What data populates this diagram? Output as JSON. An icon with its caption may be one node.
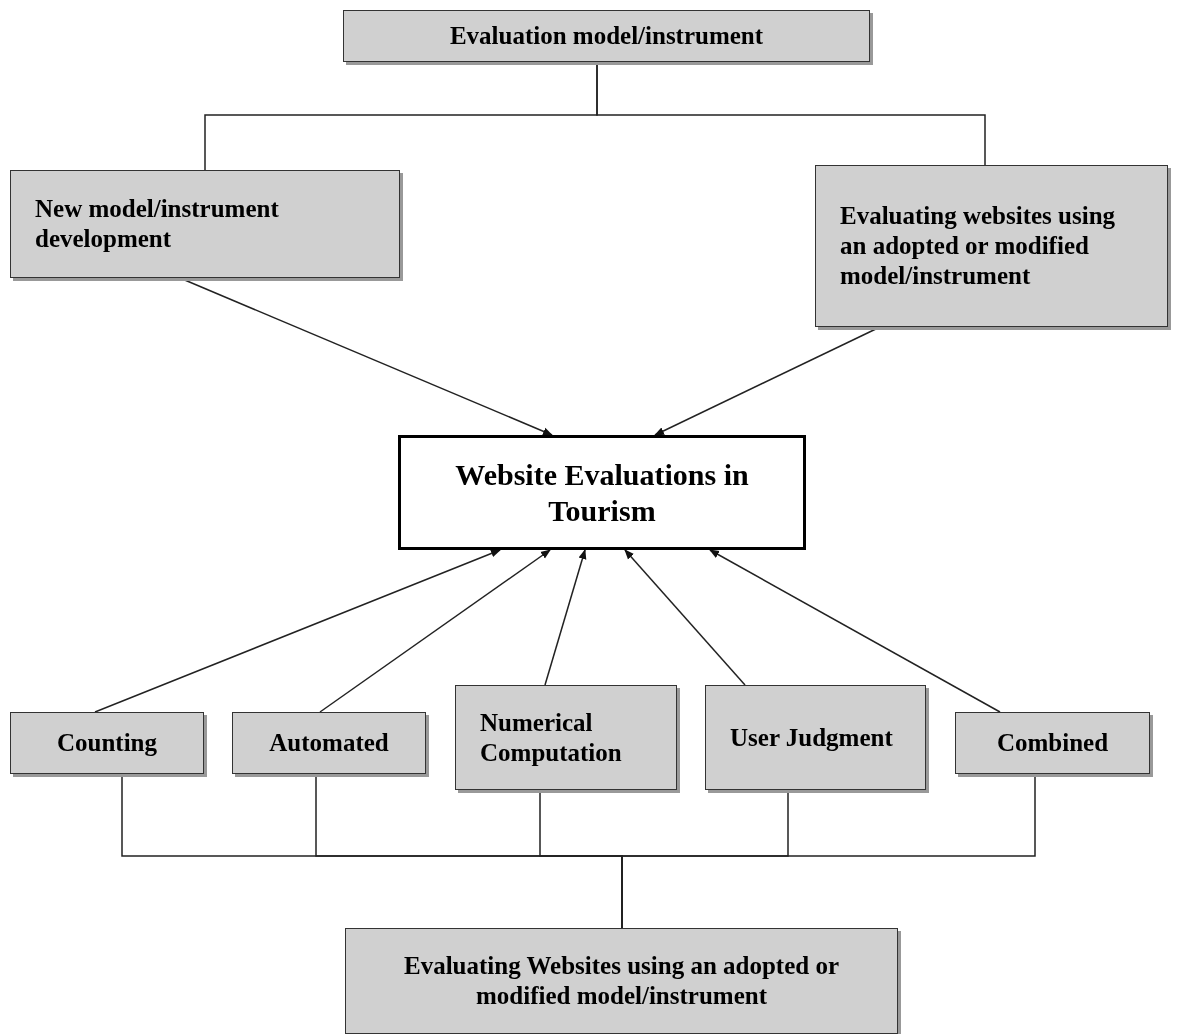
{
  "diagram": {
    "nodes": [
      {
        "text": [
          "Evaluation model/instrument"
        ]
      },
      {
        "text": [
          "New model/instrument development"
        ]
      },
      {
        "text": [
          "Evaluating websites using an adopted or modified model/instrument"
        ]
      },
      {
        "text": [
          "Website Evaluations in Tourism"
        ]
      },
      {
        "text": [
          "Counting"
        ]
      },
      {
        "text": [
          "Automated"
        ]
      },
      {
        "text": [
          "Numerical Computation"
        ]
      },
      {
        "text": [
          "User Judgment"
        ]
      },
      {
        "text": [
          "Combined"
        ]
      },
      {
        "text": [
          "Evaluating Websites using an adopted or modified model/instrument"
        ]
      }
    ],
    "edges": [
      {
        "from": 0,
        "to": 1,
        "arrow": "none"
      },
      {
        "from": 0,
        "to": 2,
        "arrow": "none"
      },
      {
        "from": 1,
        "to": 3,
        "arrow": "to"
      },
      {
        "from": 2,
        "to": 3,
        "arrow": "to"
      },
      {
        "from": 4,
        "to": 3,
        "arrow": "to"
      },
      {
        "from": 5,
        "to": 3,
        "arrow": "to"
      },
      {
        "from": 6,
        "to": 3,
        "arrow": "to"
      },
      {
        "from": 7,
        "to": 3,
        "arrow": "to"
      },
      {
        "from": 8,
        "to": 3,
        "arrow": "to"
      },
      {
        "from": 4,
        "to": 9,
        "arrow": "none"
      },
      {
        "from": 5,
        "to": 9,
        "arrow": "none"
      },
      {
        "from": 6,
        "to": 9,
        "arrow": "none"
      },
      {
        "from": 7,
        "to": 9,
        "arrow": "none"
      },
      {
        "from": 8,
        "to": 9,
        "arrow": "none"
      }
    ]
  }
}
